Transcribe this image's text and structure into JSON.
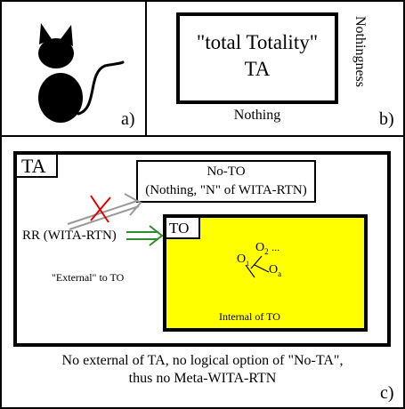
{
  "panel_a": {
    "icon": "cat-silhouette-icon",
    "label": "a)"
  },
  "panel_b": {
    "box_line1": "\"total Totality\"",
    "box_line2": "TA",
    "below_label": "Nothing",
    "side_label": "Nothingness",
    "label": "b)"
  },
  "panel_c": {
    "ta_label": "TA",
    "no_to_line1": "No-TO",
    "no_to_line2": "(Nothing, \"N\" of WITA-RTN)",
    "rr_label": "RR (WITA-RTN)",
    "external_label": "\"External\" to TO",
    "to_label": "TO",
    "o_left": "O",
    "o_left_sub": "1",
    "o_top": "O",
    "o_top_sub": "2",
    "o_ellipsis": "...",
    "o_right": "O",
    "o_right_sub": "a",
    "internal_label": "Internal of TO",
    "caption_line1": "No external of TA, no logical option of \"No-TA\",",
    "caption_line2": "thus no Meta-WITA-RTN",
    "label": "c)",
    "colors": {
      "to_fill": "#ffff00",
      "green_arrow": "#2e8b2e",
      "gray_arrow": "#999999",
      "cross": "#e00000"
    }
  }
}
